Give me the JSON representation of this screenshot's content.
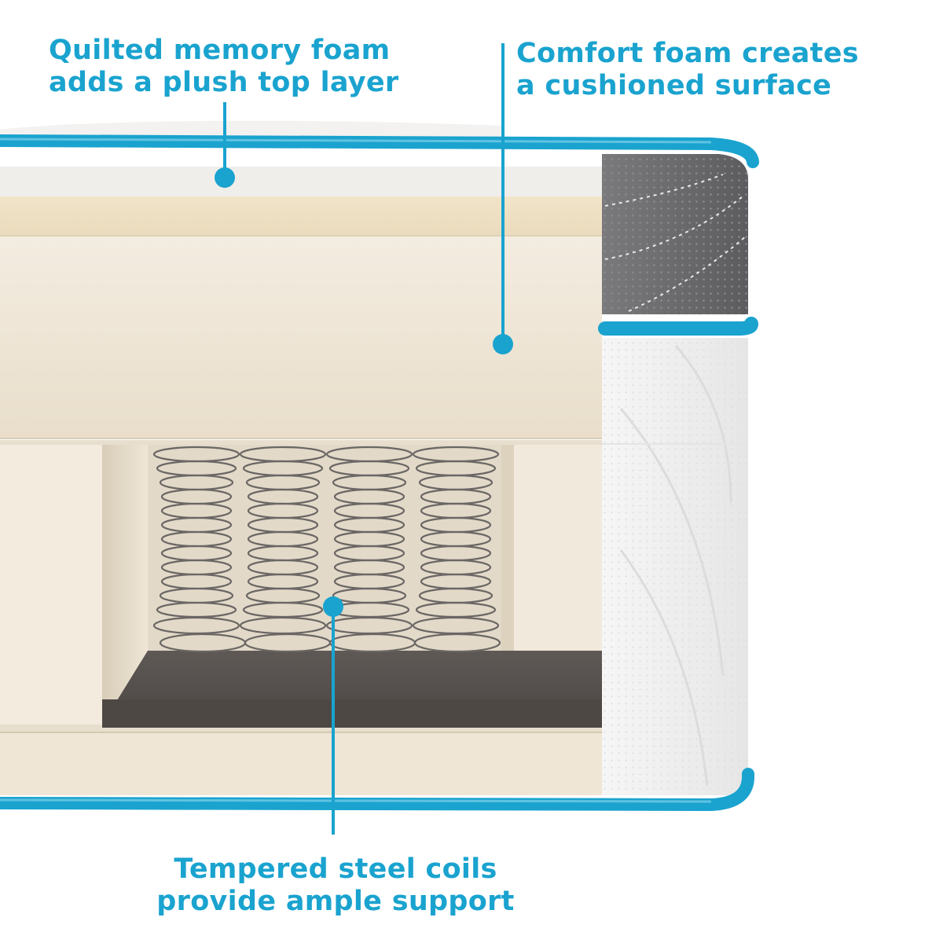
{
  "colors": {
    "accent": "#1aa3cf",
    "memory_foam": "#f1eee9",
    "comfort_foam": "#efe2c8",
    "support_foam": "#efe6d7",
    "coil_base": "#5b5552",
    "side_panel_dark": "#6e6e70",
    "side_panel_light": "#efefef"
  },
  "callouts": {
    "memory_foam": {
      "line1": "Quilted memory foam",
      "line2": "adds a plush top layer"
    },
    "comfort_foam": {
      "line1": "Comfort foam creates",
      "line2": "a cushioned surface"
    },
    "coils": {
      "line1": "Tempered steel coils",
      "line2": "provide ample support"
    }
  }
}
